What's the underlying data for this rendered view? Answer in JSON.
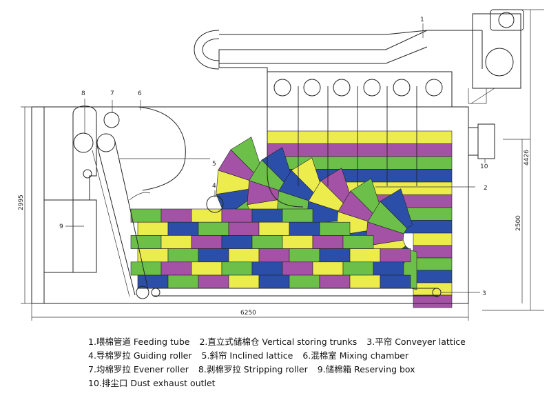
{
  "colors": {
    "purple": "#a352a6",
    "green": "#6cc04a",
    "yellow": "#ecec4c",
    "blue": "#2b4fa8",
    "outline": "#222222"
  },
  "callouts": {
    "n1": "1",
    "n2": "2",
    "n3": "3",
    "n4": "4",
    "n5": "5",
    "n6": "6",
    "n7": "7",
    "n8": "8",
    "n9": "9",
    "n10": "10"
  },
  "dimensions": {
    "total_height": "4426",
    "left_height": "2995",
    "right_height": "2500",
    "width": "6250"
  },
  "legend": {
    "rows": [
      [
        "1.喂棉管道 Feeding tube",
        "2.直立式储棉仓 Vertical storing trunks",
        "3.平帘 Conveyer lattice"
      ],
      [
        "4.导棉罗拉 Guiding roller",
        "5.斜帘 Inclined lattice",
        "6.混棉室 Mixing chamber"
      ],
      [
        "7.均棉罗拉 Evener roller",
        "8.剥棉罗拉 Stripping roller",
        "9.储棉箱 Reserving box"
      ],
      [
        "10.排尘口 Dust exhaust outlet"
      ]
    ]
  }
}
